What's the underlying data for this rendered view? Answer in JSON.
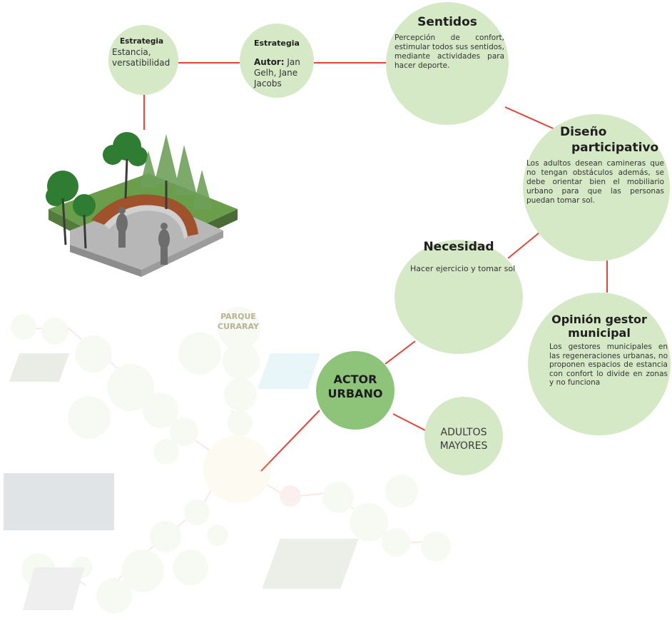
{
  "colors": {
    "node_fill": "#d6e9c6",
    "center_fill": "#8ec37a",
    "connector": "#e0443a"
  },
  "nodes": {
    "estrategia": {
      "title": "Estrategia",
      "body": "Estancia, versatibilidad"
    },
    "autor": {
      "title": "Estrategia",
      "author_label": "Autor:",
      "body": "Jan Gelh, Jane Jacobs"
    },
    "sentidos": {
      "title": "Sentidos",
      "body": "Percepción de confort, estimular todos sus sentidos, mediante actividades para hacer deporte."
    },
    "diseno": {
      "title_line1": "Diseño",
      "title_line2": "participativo",
      "body": "Los adultos desean camineras que no tengan obstáculos además, se debe orientar bien el mobiliario urbano para que las personas puedan tomar sol."
    },
    "necesidad": {
      "title": "Necesidad",
      "body": "Hacer ejercicio y tomar sol"
    },
    "opinion": {
      "title": "Opinión gestor municipal",
      "body": "Los gestores municipales en las regeneraciones urbanas, no proponen espacios de estancia con confort lo divide en zonas y no funciona"
    },
    "actor": {
      "line1": "ACTOR",
      "line2": "URBANO"
    },
    "adultos": {
      "line1": "ADULTOS",
      "line2": "MAYORES"
    }
  },
  "background_map": {
    "title": "PARQUE CURARAY"
  }
}
